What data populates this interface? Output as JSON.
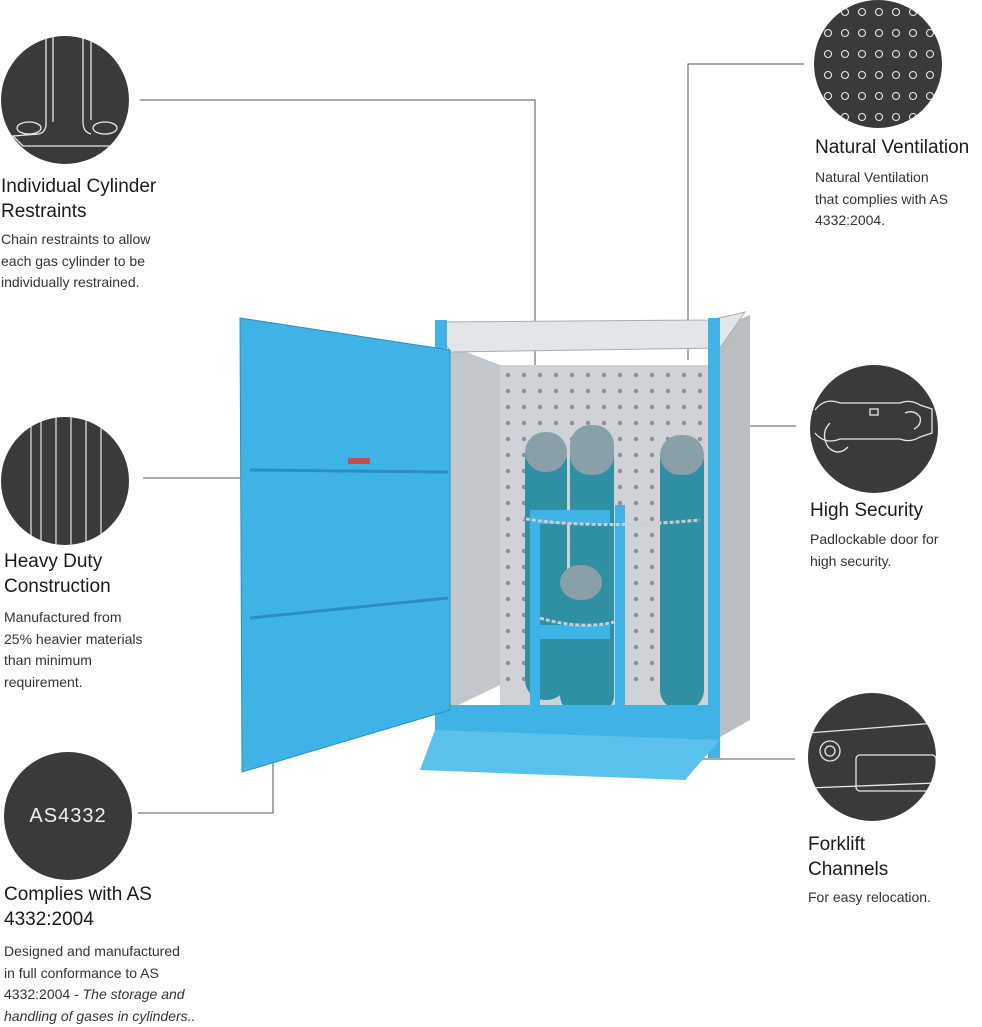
{
  "features": {
    "restraints": {
      "title_line1": "Individual Cylinder",
      "title_line2": "Restraints",
      "desc": [
        "Chain restraints to allow",
        "each gas cylinder to be",
        "individually restrained."
      ]
    },
    "ventilation": {
      "title": "Natural Ventilation",
      "desc": [
        "Natural Ventilation",
        "that complies with AS",
        "4332:2004."
      ]
    },
    "heavy_duty": {
      "title_line1": "Heavy Duty",
      "title_line2": "Construction",
      "desc": [
        "Manufactured from",
        "25% heavier materials",
        "than minimum",
        "requirement."
      ]
    },
    "security": {
      "title": "High Security",
      "desc": [
        "Padlockable door for",
        "high security."
      ]
    },
    "compliance": {
      "badge": "AS4332",
      "title_line1": "Complies with AS",
      "title_line2": "4332:2004",
      "desc_line1": "Designed and manufactured",
      "desc_line2": "in full conformance to AS",
      "desc_line3_plain": "4332:2004 - ",
      "desc_line3_italic": "The storage and",
      "desc_line4_italic": "handling of gases in cylinders.."
    },
    "forklift": {
      "title_line1": "Forklift",
      "title_line2": "Channels",
      "desc": [
        "For easy relocation."
      ]
    }
  },
  "icons": {
    "restraints": "chain-restraint-detail-icon",
    "ventilation": "perforated-panel-icon",
    "heavy_duty": "steel-panel-lines-icon",
    "security": "padlock-latch-icon",
    "compliance": "standard-badge-icon",
    "forklift": "forklift-channel-icon"
  },
  "colors": {
    "circle": "#3a3a3a",
    "cage_blue": "#3fb3e6",
    "cylinder": "#2f8fa3",
    "leader": "#555555"
  }
}
